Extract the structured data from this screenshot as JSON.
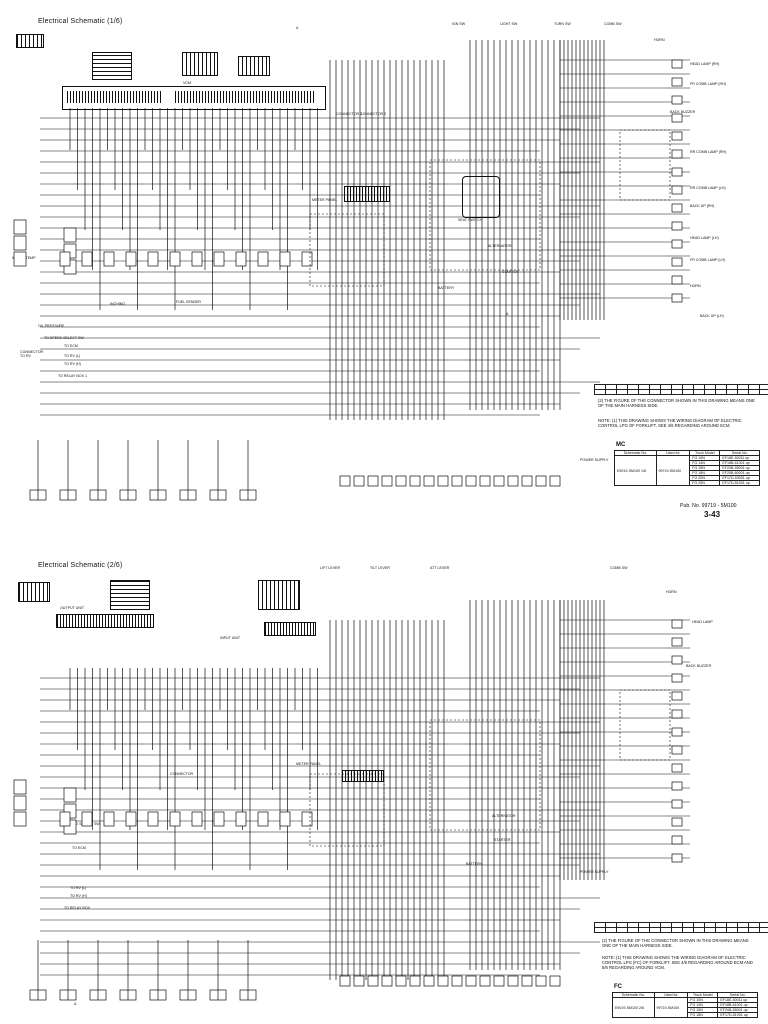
{
  "sheet1": {
    "title": "Electrical Schematic (1/6)",
    "notes": [
      "(2) THE FIGURE OF THE CONNECTOR SHOWN IN THIS DRAWING MEANS ONE OF THE MAIN HARNESS SIDE.",
      "NOTE: (1) THIS DRAWING SHOWS THE WIRING DIAGRAM OF ELECTRIC CONTROL LPG OF FORKLIFT. SEE 4/6 REGARDING AROUND ECM."
    ],
    "table_tag": "MC",
    "table": {
      "headers": [
        "Schematic No.",
        "Used for",
        "Truck Model",
        "Serial No."
      ],
      "schematic_no": "E9019-SM100 1/6",
      "used_for": "99719-SM100",
      "models": [
        "FG 10N",
        "FG 14N",
        "FG 15N",
        "FG 18N",
        "FG 20N",
        "FG 25N"
      ],
      "serials": [
        "EF18E-50011 up",
        "EF18B-61001 up",
        "EF20B-55001 up",
        "EF20B-60001 up",
        "EF17D-53001 up",
        "EF17D-51001 up"
      ]
    },
    "pub_no": "Pub. No. 99719 - 5M100",
    "page_no": "3-43",
    "labels": {
      "ecm": "VCM",
      "connector_a": "A",
      "connector_b": "A",
      "battery": "BATTERY",
      "horn": "HORN",
      "meter_panel": "METER PANEL",
      "head_lamp_rh": "HEAD LAMP (RH)",
      "head_lamp_lh": "HEAD LAMP (LH)",
      "back_buzzer": "BACK BUZZER",
      "fr_comb_rh": "FR COMB LAMP (RH)",
      "fr_comb_lh": "FR COMB LAMP (LH)",
      "rr_comb_rh": "RR COMB LAMP (RH)",
      "rr_comb_lh": "RR COMB LAMP (LH)",
      "backup_rh": "BACK UP (RH)",
      "backup_lh": "BACK UP (LH)",
      "starter": "STARTER",
      "alternator": "ALTERNATOR",
      "power_supply": "POWER SUPPLY",
      "connector_to_rv": "CONNECTOR TO RV",
      "oil_pressure": "OIL PRESSURE",
      "water_temp": "WATER TEMP",
      "inching": "INCHING",
      "seat_switch": "SEAT SWITCH",
      "fuel_sender": "FUEL SENDER",
      "turn_sw": "TURN SW",
      "light_sw": "LIGHT SW",
      "comb_sw": "COMB SW",
      "ign_sw": "IGN SW",
      "connector_1": "CONNECTOR 1",
      "connector_2": "CONNECTOR 2",
      "to_speed_select": "TO SPEED SELECT SW",
      "to_ecm": "TO ECM",
      "to_rv_l": "TO RV (L)",
      "to_rv_h": "TO RV (H)",
      "to_relay_box": "TO RELAY BOX 1"
    }
  },
  "sheet2": {
    "title": "Electrical Schematic (2/6)",
    "notes": [
      "(2) THE FIGURE OF THE CONNECTOR SHOWN IN THIS DRAWING MEANS ONE OF THE MAIN HARNESS SIDE.",
      "NOTE: (1) THIS DRAWING SHOWS THE WIRING DIAGRAM OF ELECTRIC CONTROL LPG (FC) OF FORKLIFT. SEE 4/6 REGARDING AROUND ECM AND 5/6 REGARDING AROUND VCM."
    ],
    "table_tag": "FC",
    "table": {
      "headers": [
        "Schematic No.",
        "Used for",
        "Truck Model",
        "Serial No."
      ],
      "schematic_no": "E9019-SM100 2/6",
      "used_for": "99719-SM100",
      "models": [
        "FG 10N",
        "FG 14N",
        "FG 15N",
        "FG 18N"
      ],
      "serials": [
        "EF18E-50011 up",
        "EF18B-61001 up",
        "EF20B-55001 up",
        "EF17D-51001 up"
      ]
    },
    "labels": {
      "output_unit": "OUTPUT UNIT",
      "input_unit": "INPUT UNIT",
      "battery": "BATTERY",
      "meter_panel": "METER PANEL",
      "connector": "CONNECTOR",
      "lift_lever": "LIFT LEVER",
      "tilt_lever": "TILT LEVER",
      "att_lever": "ATT LEVER",
      "comb_sw": "COMB SW",
      "horn": "HORN",
      "head_lamp": "HEAD LAMP",
      "back_buzzer": "BACK BUZZER",
      "starter": "STARTER",
      "alternator": "ALTERNATOR",
      "power_supply": "POWER SUPPLY",
      "connector_a": "A",
      "to_speed_select": "TO SPEED SELECT SW",
      "to_ecm": "TO ECM",
      "to_rv_l": "TO RV (L)",
      "to_rv_h": "TO RV (H)",
      "to_relay_box": "TO RELAY BOX"
    }
  }
}
